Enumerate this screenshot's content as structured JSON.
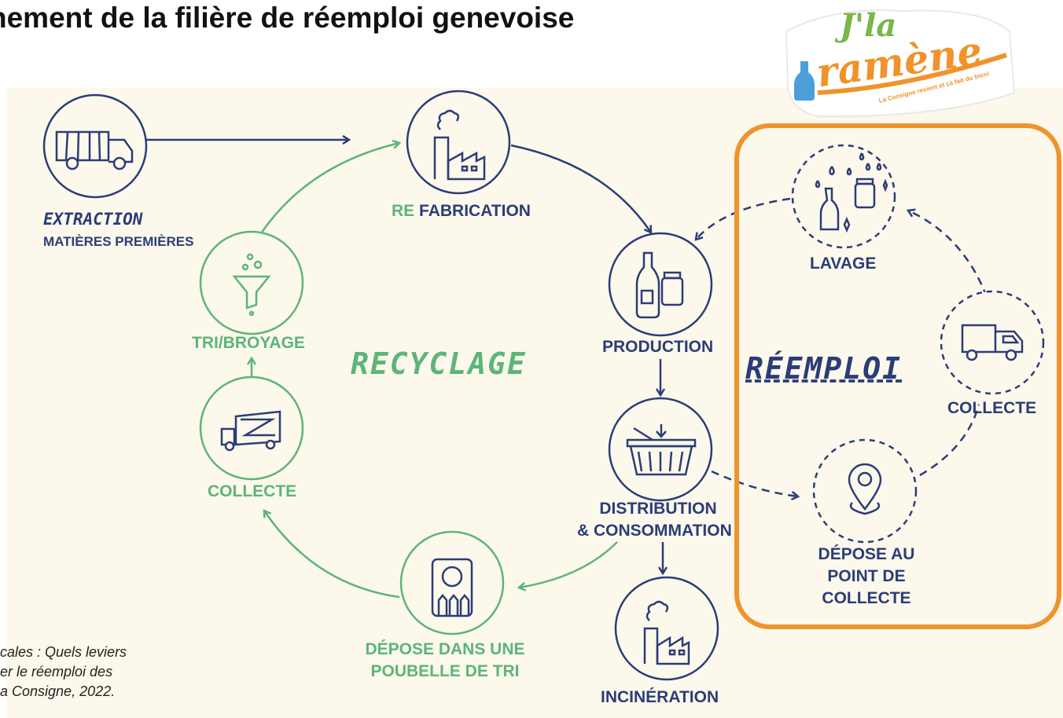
{
  "title": "nement de la filière de réemploi genevoise",
  "logo": {
    "line1": "J'la",
    "line2": "ramène",
    "tagline": "La Consigne revient et ça fait du bien!",
    "colors": {
      "green": "#7ab648",
      "orange": "#f0932b",
      "blue": "#4a9fd8"
    }
  },
  "labels": {
    "extraction_1": "EXTRACTION",
    "extraction_2": "MATIÈRES PREMIÈRES",
    "refabrication_prefix": "RE",
    "refabrication": "FABRICATION",
    "production": "PRODUCTION",
    "distribution_1": "DISTRIBUTION",
    "distribution_2": "& CONSOMMATION",
    "incineration": "INCINÉRATION",
    "tri_broyage": "TRI/BROYAGE",
    "collecte_recycling": "COLLECTE",
    "depose_poubelle_1": "DÉPOSE DANS UNE",
    "depose_poubelle_2": "POUBELLE DE TRI",
    "recyclage": "RECYCLAGE",
    "reemploi": "RÉEMPLOI",
    "lavage": "LAVAGE",
    "collecte_reemploi": "COLLECTE",
    "depose_point_1": "DÉPOSE AU",
    "depose_point_2": "POINT DE",
    "depose_point_3": "COLLECTE"
  },
  "caption": {
    "line1": "cales : Quels leviers",
    "line2": "er le réemploi des",
    "line3": "a Consigne, 2022."
  },
  "colors": {
    "navy": "#2b3d78",
    "green": "#5cb579",
    "orange": "#f0932b",
    "background": "#fcf8eb"
  }
}
